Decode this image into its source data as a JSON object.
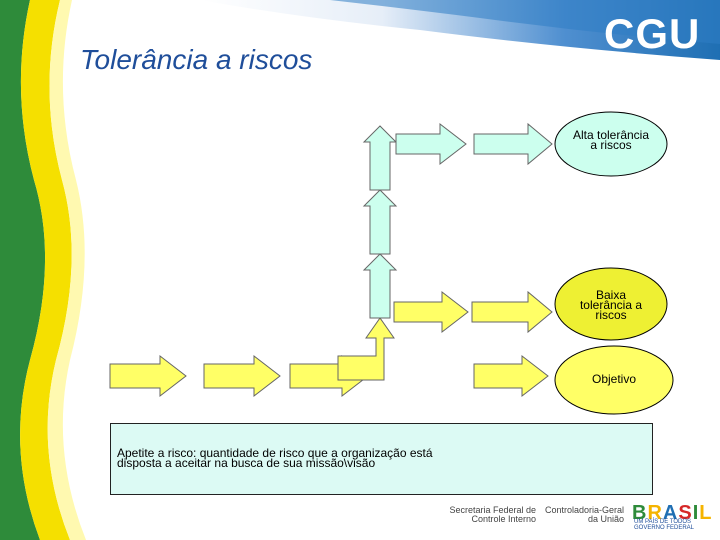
{
  "header": {
    "title": "Tolerância a riscos",
    "logo": "CGU"
  },
  "nodes": {
    "high": "Alta tolerância a riscos",
    "low": "Baixa tolerância a riscos",
    "objective": "Objetivo"
  },
  "note": "Apetite a risco: quantidade de risco que a organização está disposta a aceitar na busca de sua missão\\visão",
  "footer": {
    "secretaria": "Secretaria Federal de Controle Interno",
    "controladoria": "Controladoria-Geral da União",
    "brasil": "BRASIL",
    "brasil_sub1": "UM PAÍS DE TODOS",
    "brasil_sub2": "GOVERNO FEDERAL"
  },
  "colors": {
    "green": "#2e8b3a",
    "yellow": "#f5e000",
    "blue": "#1f6fb3",
    "arrow_yellow": "#ffff66",
    "arrow_cyan": "#ccffee"
  }
}
